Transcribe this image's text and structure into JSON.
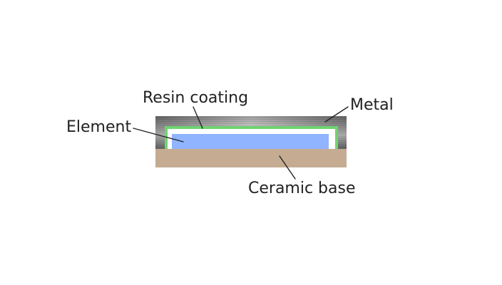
{
  "labels": {
    "resin_coating": "Resin coating",
    "metal": "Metal",
    "element": "Element",
    "ceramic_base": "Ceramic base"
  },
  "colors": {
    "metal_dark": "#6e6e6e",
    "metal_light": "#b8b8b8",
    "resin": "#6fd46f",
    "gap": "#ffffff",
    "element": "#90b4ff",
    "ceramic": "#c4ab92",
    "leader": "#222222"
  }
}
